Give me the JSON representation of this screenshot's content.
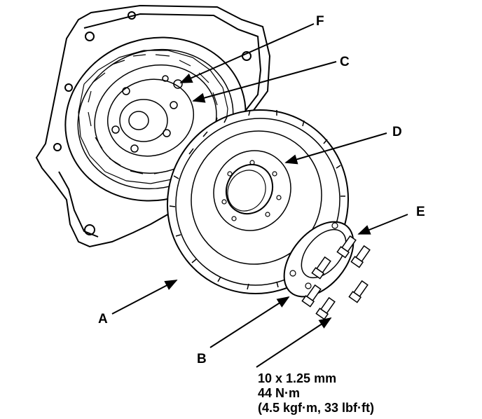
{
  "callouts": {
    "a": "A",
    "b": "B",
    "c": "C",
    "d": "D",
    "e": "E",
    "f": "F"
  },
  "torque_spec": {
    "size": "10 x 1.25 mm",
    "torque_nm": "44 N·m",
    "torque_alt": "(4.5 kgf·m, 33 lbf·ft)"
  }
}
